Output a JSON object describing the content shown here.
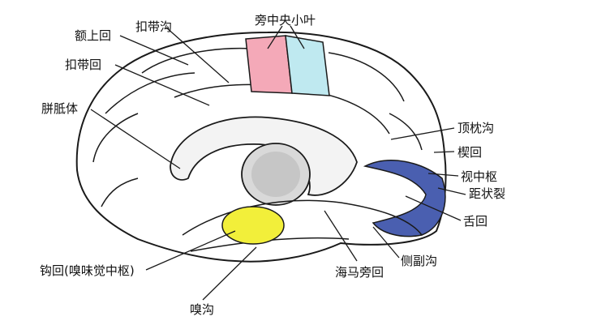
{
  "labels": {
    "superior_frontal_gyrus": "额上回",
    "cingulate_sulcus": "扣带沟",
    "paracentral_lobule": "旁中央小叶",
    "cingulate_gyrus": "扣带回",
    "corpus_callosum": "胼胝体",
    "parieto_occipital_sulcus": "顶枕沟",
    "cuneus": "楔回",
    "visual_center": "视中枢",
    "calcarine_sulcus": "距状裂",
    "lingual_gyrus": "舌回",
    "uncus": "钩回(嗅味觉中枢)",
    "parahippocampal_gyrus": "海马旁回",
    "collateral_sulcus": "侧副沟",
    "olfactory_sulcus": "嗅沟"
  },
  "colors": {
    "paracentral_anterior": "#f4a9b8",
    "paracentral_posterior": "#bfe9f0",
    "visual_cortex": "#4a5fb0",
    "uncus": "#f2ef3a",
    "outline": "#1a1a1a"
  }
}
